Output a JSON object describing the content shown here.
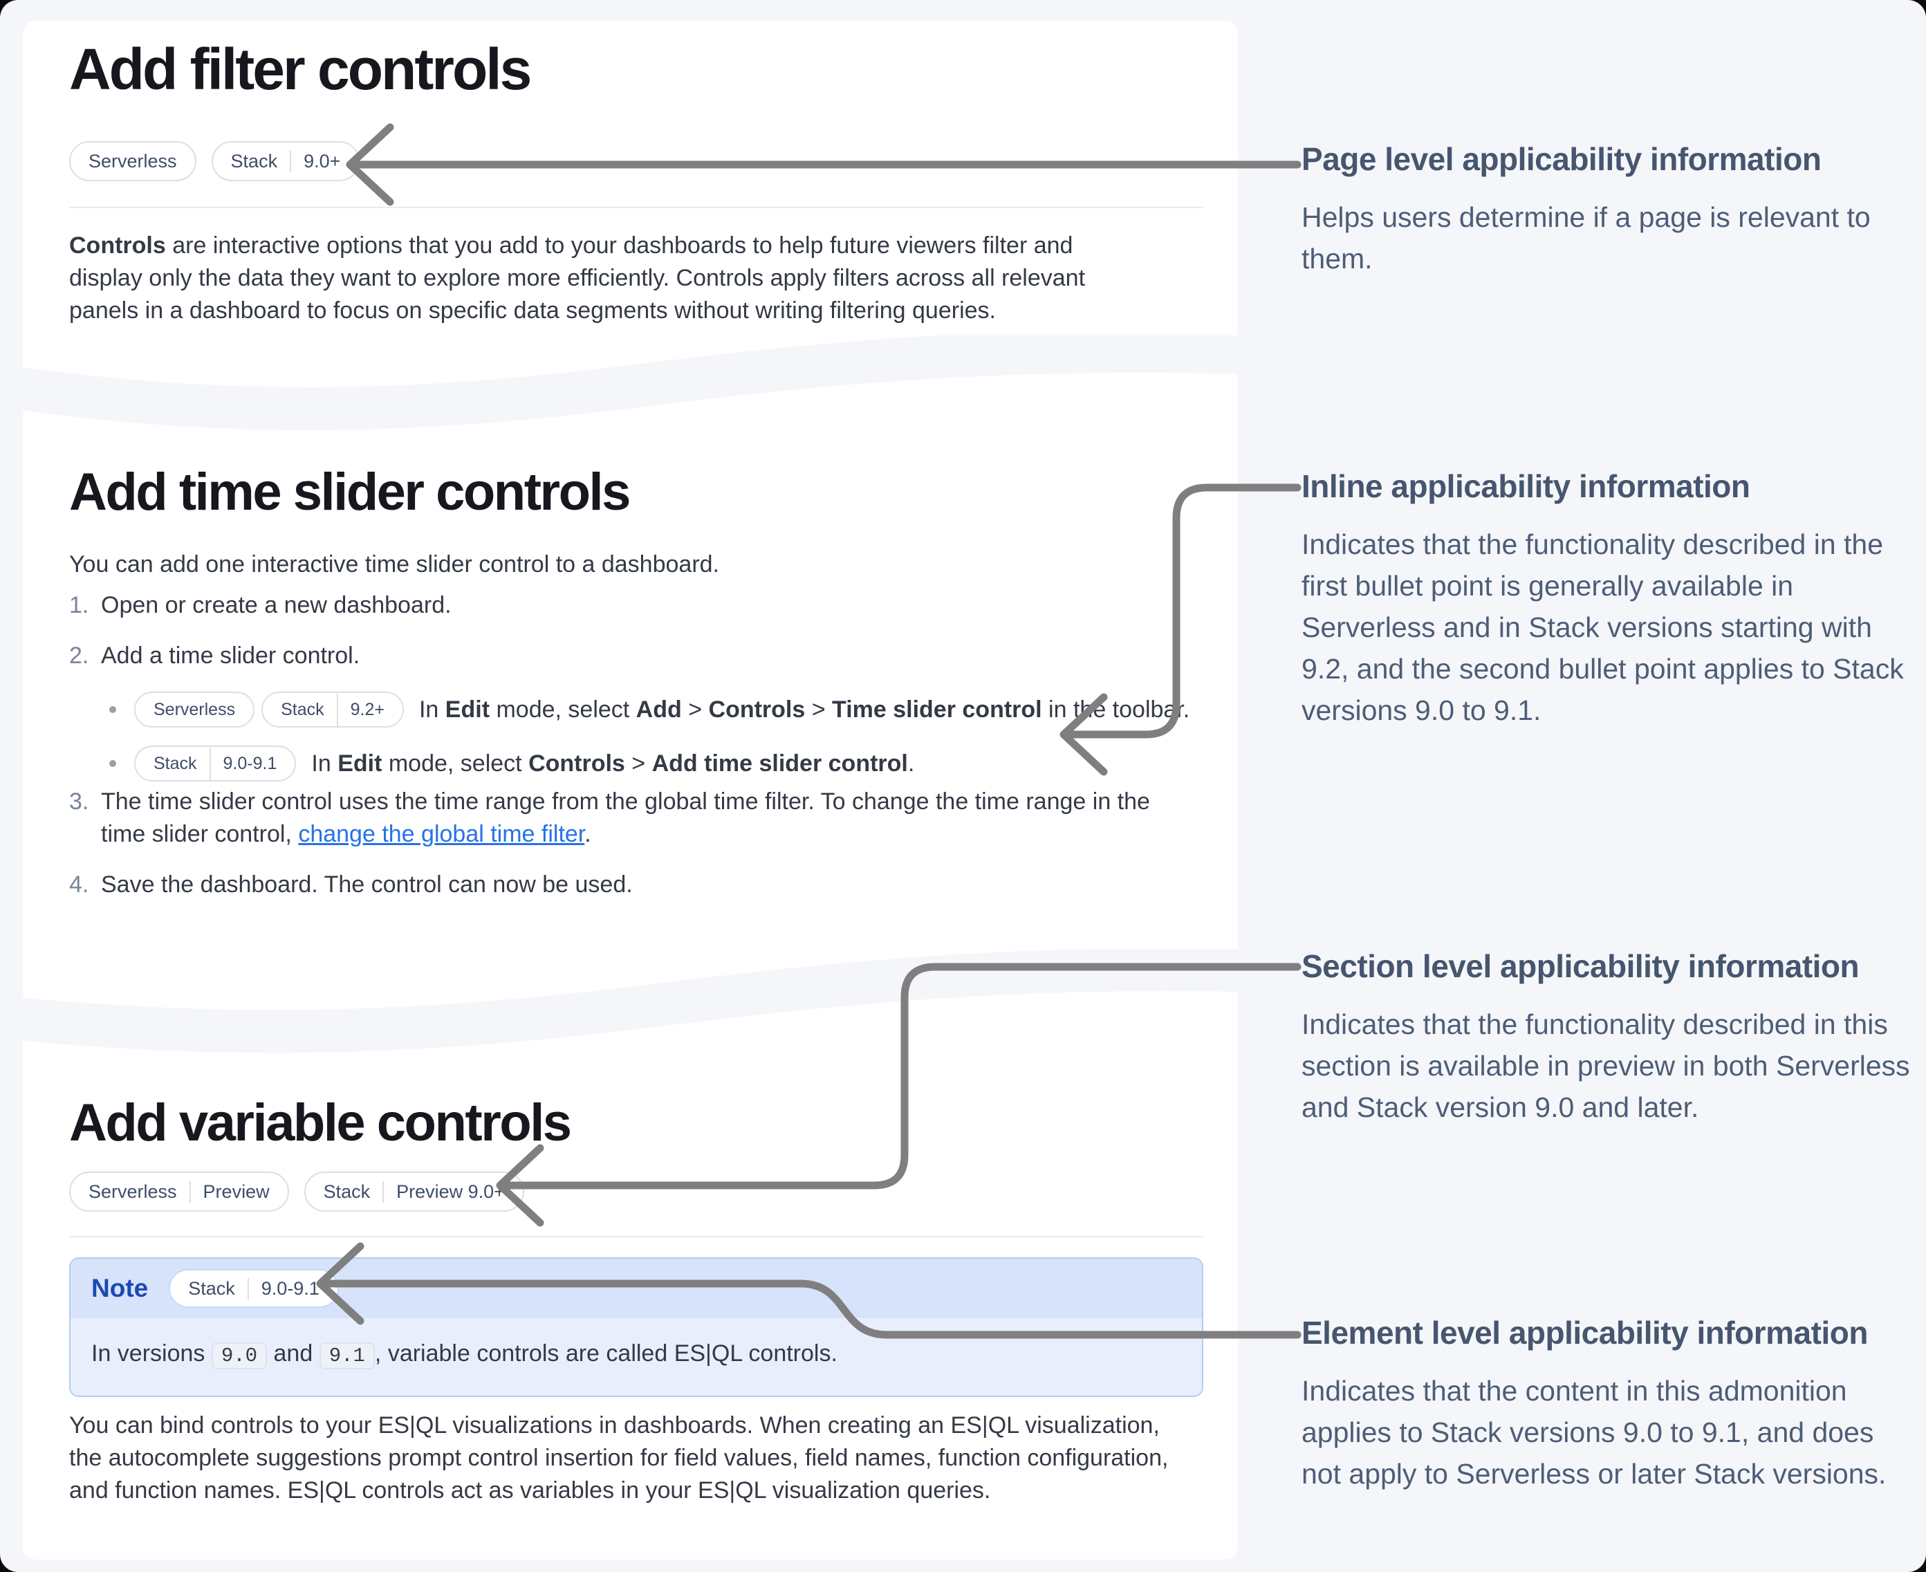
{
  "colors": {
    "page_background": "#f4f6fa",
    "card_background": "#ffffff",
    "arrow_gray": "#7f7f7f",
    "link_blue": "#2671e8",
    "note_label_blue": "#1b49b5",
    "note_header_bg": "#d7e3fa",
    "note_body_bg": "#e8eefc",
    "badge_border": "#d9dfe9",
    "heading_dark": "#16181e",
    "annotation_slate": "#47566f"
  },
  "cards": [
    {
      "title": "Add filter controls",
      "badges": [
        {
          "parts": [
            "Serverless"
          ]
        },
        {
          "parts": [
            "Stack",
            "9.0+"
          ]
        }
      ],
      "paragraph": [
        {
          "t": "Controls",
          "b": true
        },
        {
          "t": " are interactive options that you add to your dashboards to help future viewers filter and display only the data they want to explore more efficiently. Controls apply filters across all relevant panels in a dashboard to focus on specific data segments without writing filtering queries."
        }
      ]
    },
    {
      "title": "Add time slider controls",
      "intro": "You can add one interactive time slider control to a dashboard.",
      "steps": [
        {
          "num": "1.",
          "text": [
            {
              "t": "Open or create a new dashboard."
            }
          ]
        },
        {
          "num": "2.",
          "text": [
            {
              "t": "Add a time slider control."
            }
          ],
          "bullets": [
            {
              "badges": [
                {
                  "parts": [
                    "Serverless"
                  ]
                },
                {
                  "parts": [
                    "Stack",
                    "9.2+"
                  ]
                }
              ],
              "text": [
                {
                  "t": "In "
                },
                {
                  "t": "Edit",
                  "b": true
                },
                {
                  "t": " mode, select "
                },
                {
                  "t": "Add",
                  "b": true
                },
                {
                  "t": " > "
                },
                {
                  "t": "Controls",
                  "b": true
                },
                {
                  "t": " > "
                },
                {
                  "t": "Time slider control",
                  "b": true
                },
                {
                  "t": " in the toolbar."
                }
              ]
            },
            {
              "badges": [
                {
                  "parts": [
                    "Stack",
                    "9.0-9.1"
                  ]
                }
              ],
              "text": [
                {
                  "t": "In "
                },
                {
                  "t": "Edit",
                  "b": true
                },
                {
                  "t": " mode, select "
                },
                {
                  "t": "Controls",
                  "b": true
                },
                {
                  "t": " > "
                },
                {
                  "t": "Add time slider control",
                  "b": true
                },
                {
                  "t": "."
                }
              ]
            }
          ]
        },
        {
          "num": "3.",
          "text": [
            {
              "t": "The time slider control uses the time range from the global time filter. To change the time range in the time slider control, "
            },
            {
              "t": "change the global time filter",
              "link": true
            },
            {
              "t": "."
            }
          ]
        },
        {
          "num": "4.",
          "text": [
            {
              "t": "Save the dashboard. The control can now be used."
            }
          ]
        }
      ]
    },
    {
      "title": "Add variable controls",
      "badges": [
        {
          "parts": [
            "Serverless",
            "Preview"
          ]
        },
        {
          "parts": [
            "Stack",
            "Preview  9.0+"
          ]
        }
      ],
      "note": {
        "label": "Note",
        "badge": {
          "parts": [
            "Stack",
            "9.0-9.1"
          ]
        },
        "text": [
          {
            "t": "In versions "
          },
          {
            "t": "9.0",
            "code": true
          },
          {
            "t": " and "
          },
          {
            "t": "9.1",
            "code": true
          },
          {
            "t": ", variable controls are called ES|QL controls."
          }
        ]
      },
      "paragraph": "You can bind controls to your ES|QL visualizations in dashboards. When creating an ES|QL visualization, the autocomplete suggestions prompt control insertion for field values, field names, function configuration, and function names. ES|QL controls act as variables in your ES|QL visualization queries."
    }
  ],
  "annotations": [
    {
      "title": "Page level applicability information",
      "body": "Helps users determine if a page is relevant to them."
    },
    {
      "title": "Inline applicability information",
      "body": "Indicates that the functionality described in the first bullet point is generally available in Serverless and in Stack versions starting with 9.2, and the second bullet point applies to Stack versions 9.0 to 9.1."
    },
    {
      "title": "Section level applicability information",
      "body": "Indicates that the functionality described in this section is available in preview in both Serverless and Stack version 9.0 and later."
    },
    {
      "title": "Element level applicability information",
      "body": "Indicates that the content in this admonition applies to Stack versions 9.0 to 9.1, and does not apply to Serverless or later Stack versions."
    }
  ]
}
